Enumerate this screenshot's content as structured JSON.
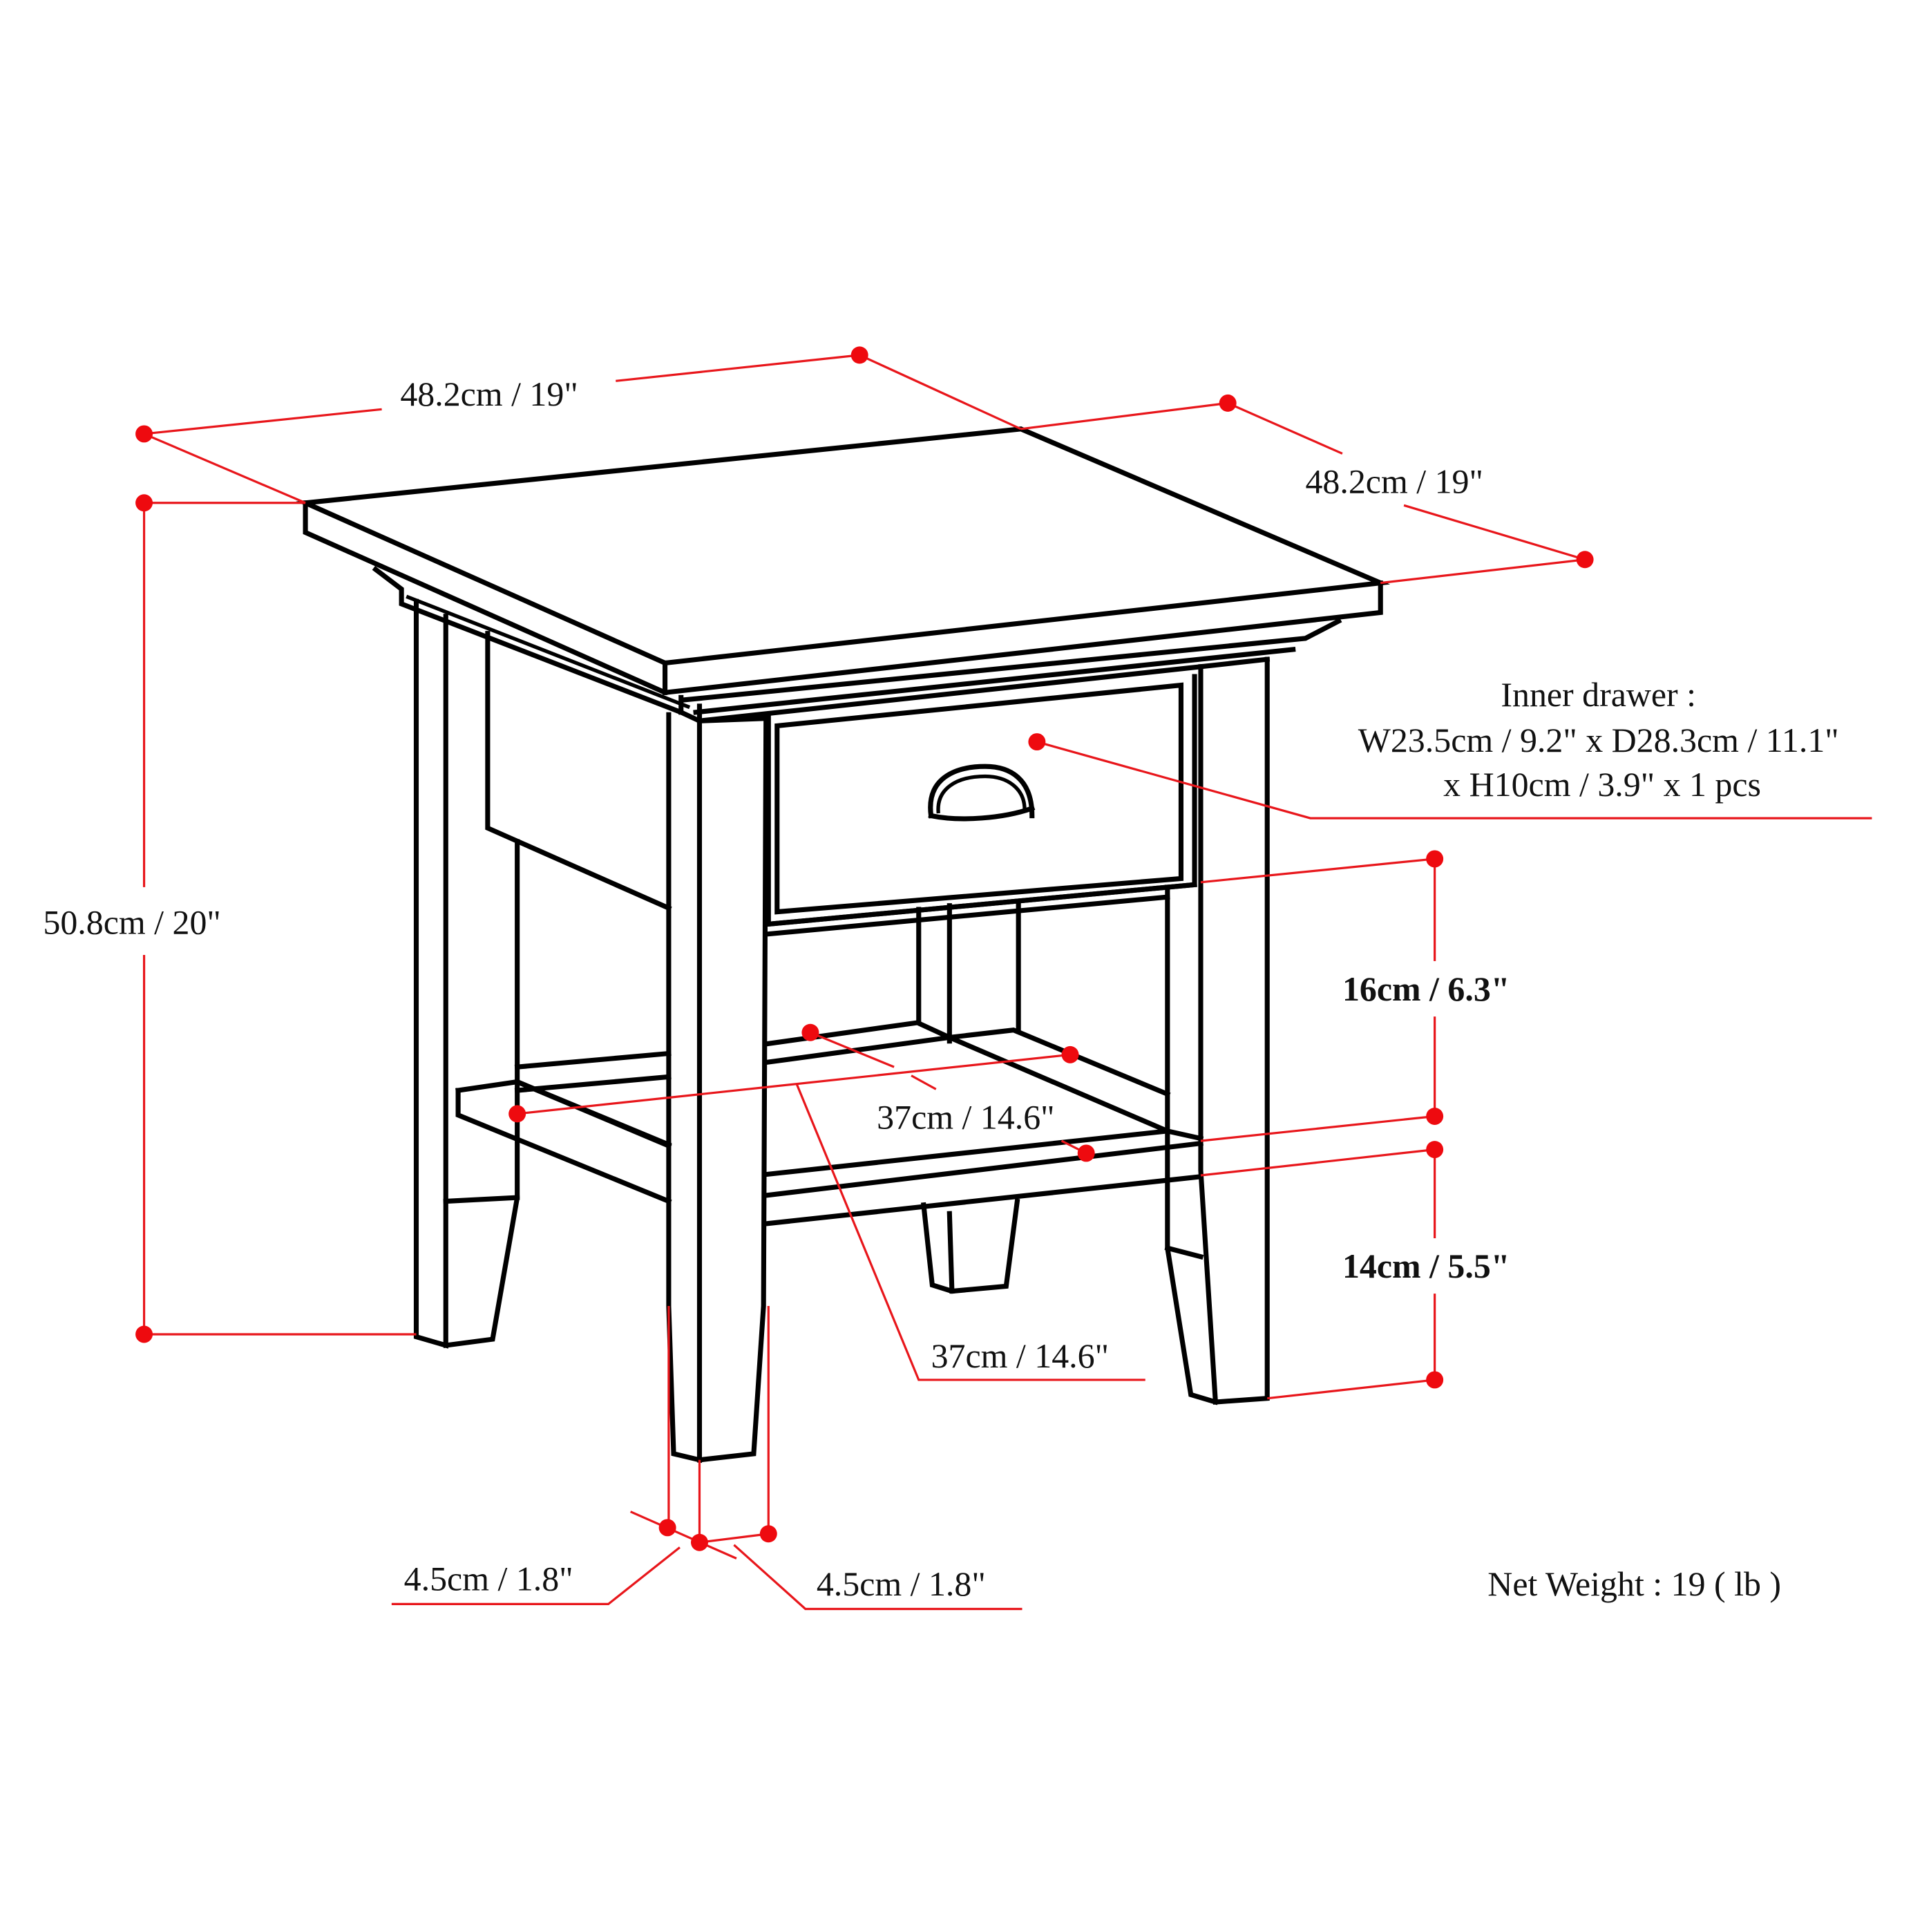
{
  "diagram": {
    "subject": "End table with one drawer and lower shelf",
    "colors": {
      "outline": "#000000",
      "dimension": "#e8161b",
      "background": "#ffffff"
    },
    "dimensions": {
      "top_width": "48.2cm / 19\"",
      "top_depth": "48.2cm / 19\"",
      "overall_height": "50.8cm / 20\"",
      "drawer_to_shelf_clearance": "16cm / 6.3\"",
      "shelf_to_floor": "14cm / 5.5\"",
      "shelf_width": "37cm / 14.6\"",
      "shelf_depth": "37cm / 14.6\"",
      "leg_width": "4.5cm / 1.8\"",
      "leg_depth": "4.5cm / 1.8\""
    },
    "inner_drawer": {
      "title": "Inner drawer :",
      "line1": "W23.5cm / 9.2\" x D28.3cm / 11.1\"",
      "line2": "x H10cm / 3.9\" x 1 pcs"
    },
    "net_weight": "Net Weight : 19 ( lb )"
  }
}
